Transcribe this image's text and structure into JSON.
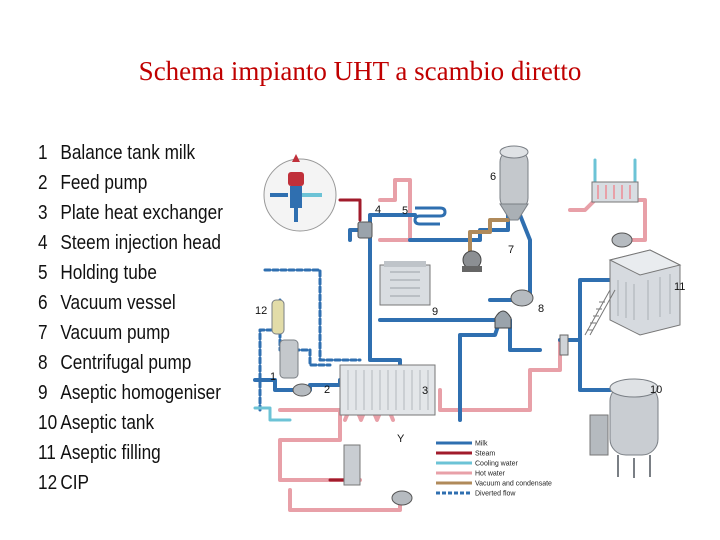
{
  "title": "Schema impianto UHT a scambio diretto",
  "components": [
    {
      "num": "1",
      "name": "Balance tank milk"
    },
    {
      "num": "2",
      "name": "Feed pump"
    },
    {
      "num": "3",
      "name": "Plate heat exchanger"
    },
    {
      "num": "4",
      "name": "Steem injection head"
    },
    {
      "num": "5",
      "name": "Holding tube"
    },
    {
      "num": "6",
      "name": "Vacuum vessel"
    },
    {
      "num": "7",
      "name": "Vacuum pump"
    },
    {
      "num": "8",
      "name": "Centrifugal pump"
    },
    {
      "num": "9",
      "name": "Aseptic homogeniser"
    },
    {
      "num": "10",
      "name": "Aseptic tank"
    },
    {
      "num": "11",
      "name": "Aseptic filling"
    },
    {
      "num": "12",
      "name": "CIP"
    }
  ],
  "diagram_labels": {
    "n1": "1",
    "n2": "2",
    "n3": "3",
    "n4": "4",
    "n5": "5",
    "n6": "6",
    "n7": "7",
    "n8": "8",
    "n9": "9",
    "n10": "10",
    "n11": "11",
    "n12": "12",
    "y": "Y"
  },
  "flow_legend": [
    {
      "label": "Milk",
      "color": "#2f6fb0",
      "dashed": false
    },
    {
      "label": "Steam",
      "color": "#a11b2b",
      "dashed": false
    },
    {
      "label": "Cooling water",
      "color": "#6cc3d6",
      "dashed": false
    },
    {
      "label": "Hot water",
      "color": "#e8a0a8",
      "dashed": false
    },
    {
      "label": "Vacuum and condensate",
      "color": "#b08a5a",
      "dashed": false
    },
    {
      "label": "Diverted flow",
      "color": "#2f6fb0",
      "dashed": true
    }
  ],
  "colors": {
    "title": "#c00000",
    "milk": "#2f6fb0",
    "steam": "#a11b2b",
    "cooling_water": "#6cc3d6",
    "hot_water": "#e8a0a8",
    "vacuum": "#b08a5a"
  }
}
